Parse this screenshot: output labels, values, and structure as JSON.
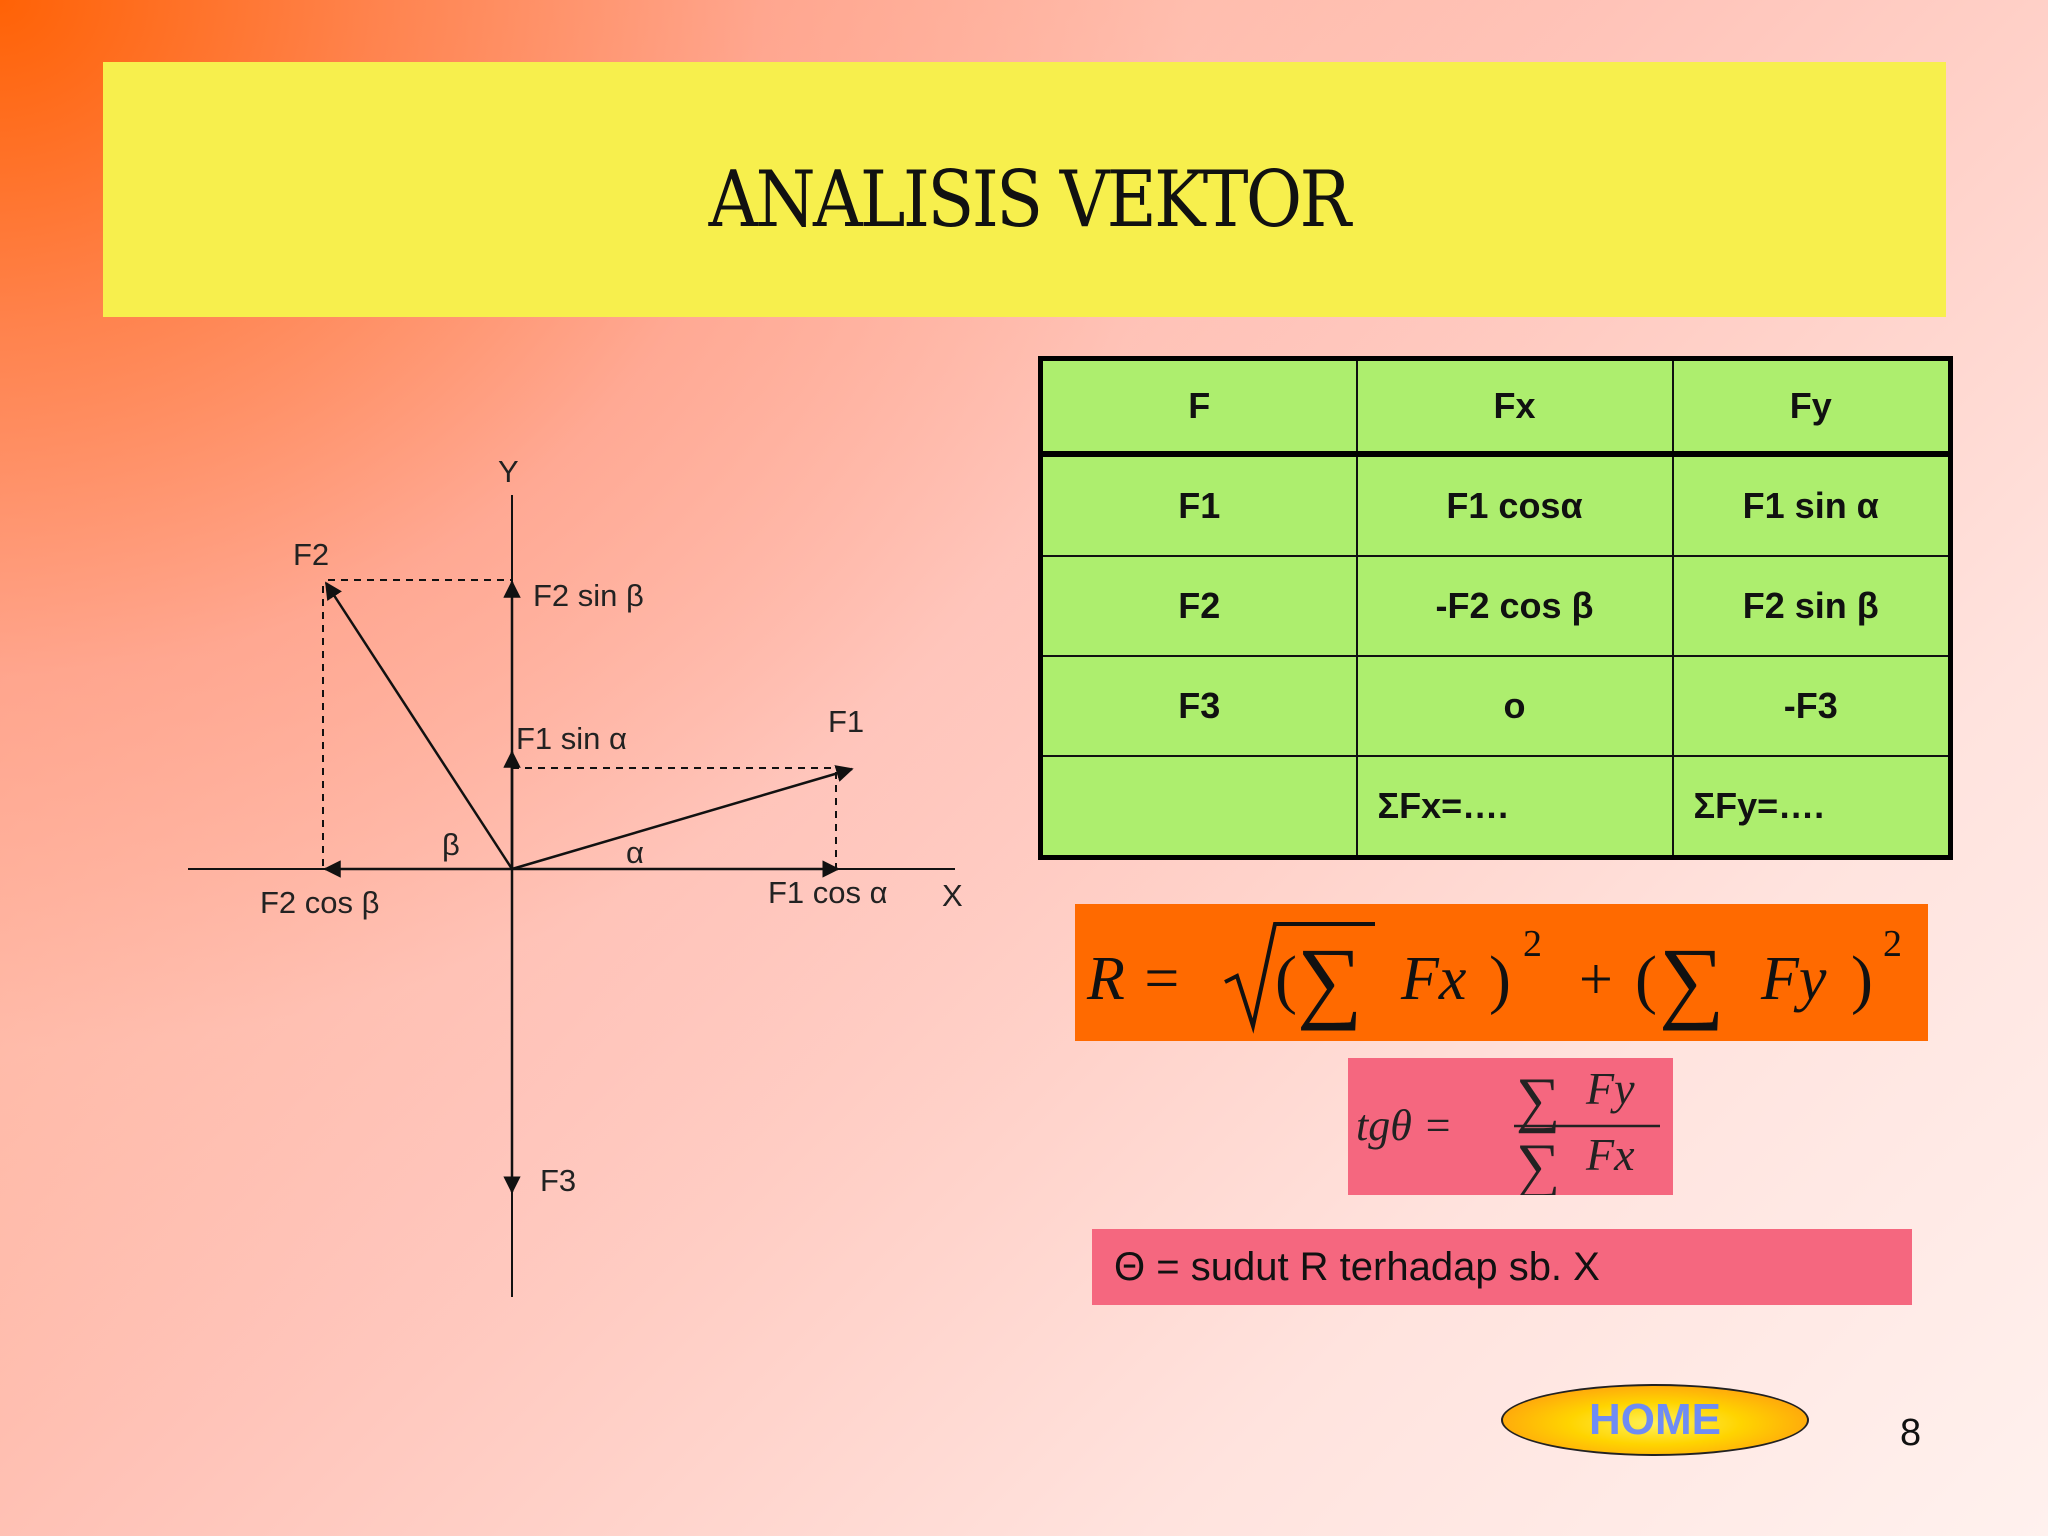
{
  "title": "ANALISIS VEKTOR",
  "diagram": {
    "axis_x": "X",
    "axis_y": "Y",
    "f1": "F1",
    "f2": "F2",
    "f3": "F3",
    "f2_sin": "F2 sin β",
    "f1_sin": "F1 sin α",
    "f2_cos": "F2 cos β",
    "f1_cos": "F1 cos α",
    "alpha": "α",
    "beta": "β"
  },
  "table": {
    "headers": [
      "F",
      "Fx",
      "Fy"
    ],
    "rows": [
      [
        "F1",
        "F1 cosα",
        "F1 sin α"
      ],
      [
        "F2",
        "-F2 cos β",
        "F2 sin β"
      ],
      [
        "F3",
        "o",
        "-F3"
      ],
      [
        "",
        "ΣFx=….",
        "ΣFy=…."
      ]
    ]
  },
  "formula_r": {
    "lhs": "R =",
    "open1": "(",
    "sum1": "∑",
    "var1": "Fx",
    "close1": ")",
    "exp1": "2",
    "plus": "+",
    "open2": "(",
    "sum2": "∑",
    "var2": "Fy",
    "close2": ")",
    "exp2": "2"
  },
  "formula_tg": {
    "lhs": "tgθ =",
    "sum_num": "∑",
    "numerator": "Fy",
    "sum_den": "∑",
    "denominator": "Fx"
  },
  "theta_note": "Θ = sudut R terhadap sb. X",
  "home_label": "HOME",
  "page_number": "8",
  "colors": {
    "title_band": "#f7ef4d",
    "table_fill": "#adee6e",
    "formula_r_fill": "#ff6a00",
    "formula_tg_fill": "#f5677f",
    "home_text": "#6f8cf4"
  }
}
